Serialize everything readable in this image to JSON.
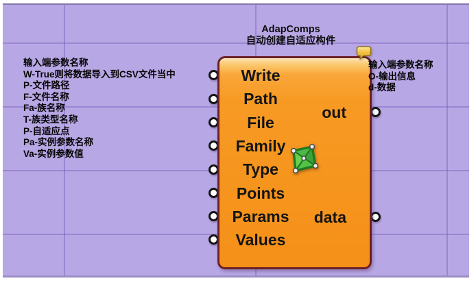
{
  "canvas": {
    "bg_color": "#b8a7e5",
    "grid_color": "#765eb8"
  },
  "component": {
    "title": "AdapComps",
    "subtitle": "自动创建自适应构件",
    "body_color": "#f79a24",
    "border_color": "#6b2026",
    "inputs": [
      "Write",
      "Path",
      "File",
      "Family",
      "Type",
      "Points",
      "Params",
      "Values"
    ],
    "outputs": [
      "out",
      "data"
    ],
    "icon": "adaptive-component-icon"
  },
  "annotations": {
    "left": {
      "lines": [
        "输入端参数名称",
        "W-True则将数据导入到CSV文件当中",
        "P-文件路径",
        "F-文件名称",
        "Fa-族名称",
        "T-族类型名称",
        "P-自适应点",
        "Pa-实例参数名称",
        "Va-实例参数值"
      ]
    },
    "right": {
      "lines": [
        "输入端参数名称",
        "O-输出信息",
        "d-数据"
      ]
    }
  },
  "icons": {
    "bubble": "tooltip-bubble-icon"
  }
}
